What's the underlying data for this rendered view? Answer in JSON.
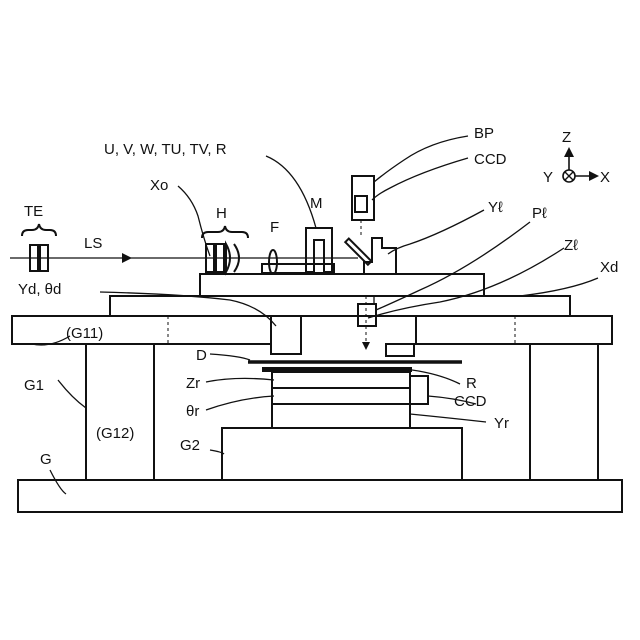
{
  "labels": {
    "uvw": "U, V, W, TU, TV, R",
    "bp": "BP",
    "ccd_top": "CCD",
    "te": "TE",
    "xo": "Xo",
    "h": "H",
    "m": "M",
    "f": "F",
    "ls": "LS",
    "yl": "Yℓ",
    "pl": "Pℓ",
    "zl": "Zℓ",
    "xd": "Xd",
    "yd_td": "Yd, θd",
    "g11": "(G11)",
    "d": "D",
    "r": "R",
    "zr": "Zr",
    "ccd_side": "CCD",
    "g1": "G1",
    "tr": "θr",
    "yr": "Yr",
    "g12": "(G12)",
    "g2": "G2",
    "g": "G",
    "axis_z": "Z",
    "axis_y": "Y",
    "axis_x": "X"
  }
}
